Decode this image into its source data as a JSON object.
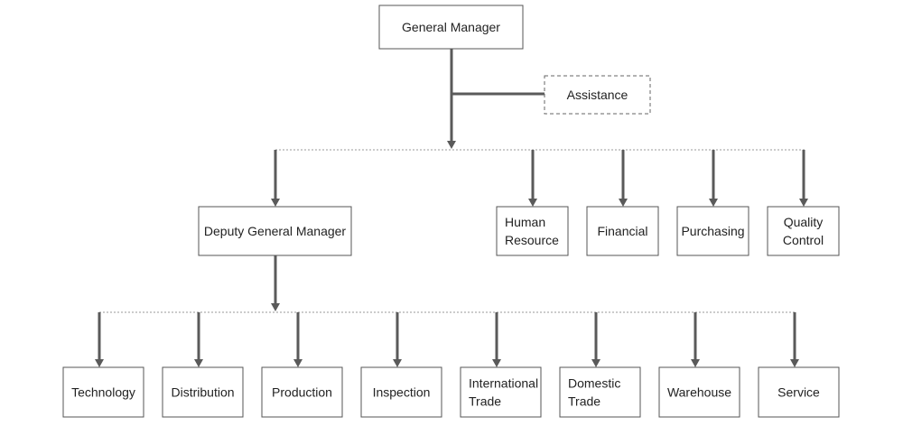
{
  "org_chart": {
    "top": {
      "id": "gm",
      "label": [
        "General Manager"
      ]
    },
    "assistant": {
      "id": "assistance",
      "label": [
        "Assistance"
      ]
    },
    "deputy": {
      "id": "dgm",
      "label": [
        "Deputy General Manager"
      ]
    },
    "departments": [
      {
        "id": "hr",
        "label": [
          "Human",
          "Resource"
        ]
      },
      {
        "id": "financial",
        "label": [
          "Financial"
        ]
      },
      {
        "id": "purchasing",
        "label": [
          "Purchasing"
        ]
      },
      {
        "id": "qc",
        "label": [
          "Quality",
          "Control"
        ]
      }
    ],
    "deputy_departments": [
      {
        "id": "technology",
        "label": [
          "Technology"
        ]
      },
      {
        "id": "distribution",
        "label": [
          "Distribution"
        ]
      },
      {
        "id": "production",
        "label": [
          "Production"
        ]
      },
      {
        "id": "inspection",
        "label": [
          "Inspection"
        ]
      },
      {
        "id": "intl-trade",
        "label": [
          "International",
          "Trade"
        ]
      },
      {
        "id": "domestic-trade",
        "label": [
          "Domestic",
          "Trade"
        ]
      },
      {
        "id": "warehouse",
        "label": [
          "Warehouse"
        ]
      },
      {
        "id": "service",
        "label": [
          "Service"
        ]
      }
    ],
    "colors": {
      "line": "#5a5a5a",
      "box_border": "#555555",
      "dotted": "#9a9a9a"
    }
  }
}
